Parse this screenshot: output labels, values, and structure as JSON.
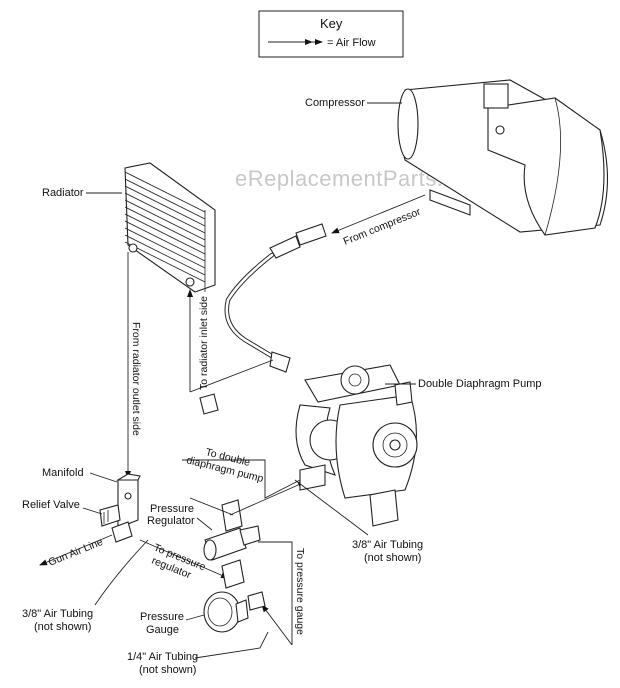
{
  "watermark": "eReplacementParts.com",
  "key": {
    "title": "Key",
    "arrow_label": "= Air Flow"
  },
  "labels": {
    "compressor": "Compressor",
    "radiator": "Radiator",
    "double_diaphragm_pump": "Double Diaphragm Pump",
    "manifold": "Manifold",
    "relief_valve": "Relief Valve",
    "pressure_regulator_1": "Pressure",
    "pressure_regulator_2": "Regulator",
    "pressure_gauge_1": "Pressure",
    "pressure_gauge_2": "Gauge",
    "air_tubing_38_right_1": "3/8\" Air Tubing",
    "air_tubing_38_right_2": "(not shown)",
    "air_tubing_38_left_1": "3/8\" Air Tubing",
    "air_tubing_38_left_2": "(not shown)",
    "air_tubing_14_1": "1/4\" Air Tubing",
    "air_tubing_14_2": "(not shown)",
    "gun_air_line": "Gun Air Line"
  },
  "flow_labels": {
    "from_compressor": "From compressor",
    "to_radiator_inlet": "To radiator inlet side",
    "from_radiator_outlet": "From radiator outlet side",
    "to_double_diaphragm_1": "To double",
    "to_double_diaphragm_2": "diaphragm pump",
    "to_pressure_regulator_1": "To pressure",
    "to_pressure_regulator_2": "regulator",
    "to_pressure_gauge": "To pressure gauge"
  }
}
